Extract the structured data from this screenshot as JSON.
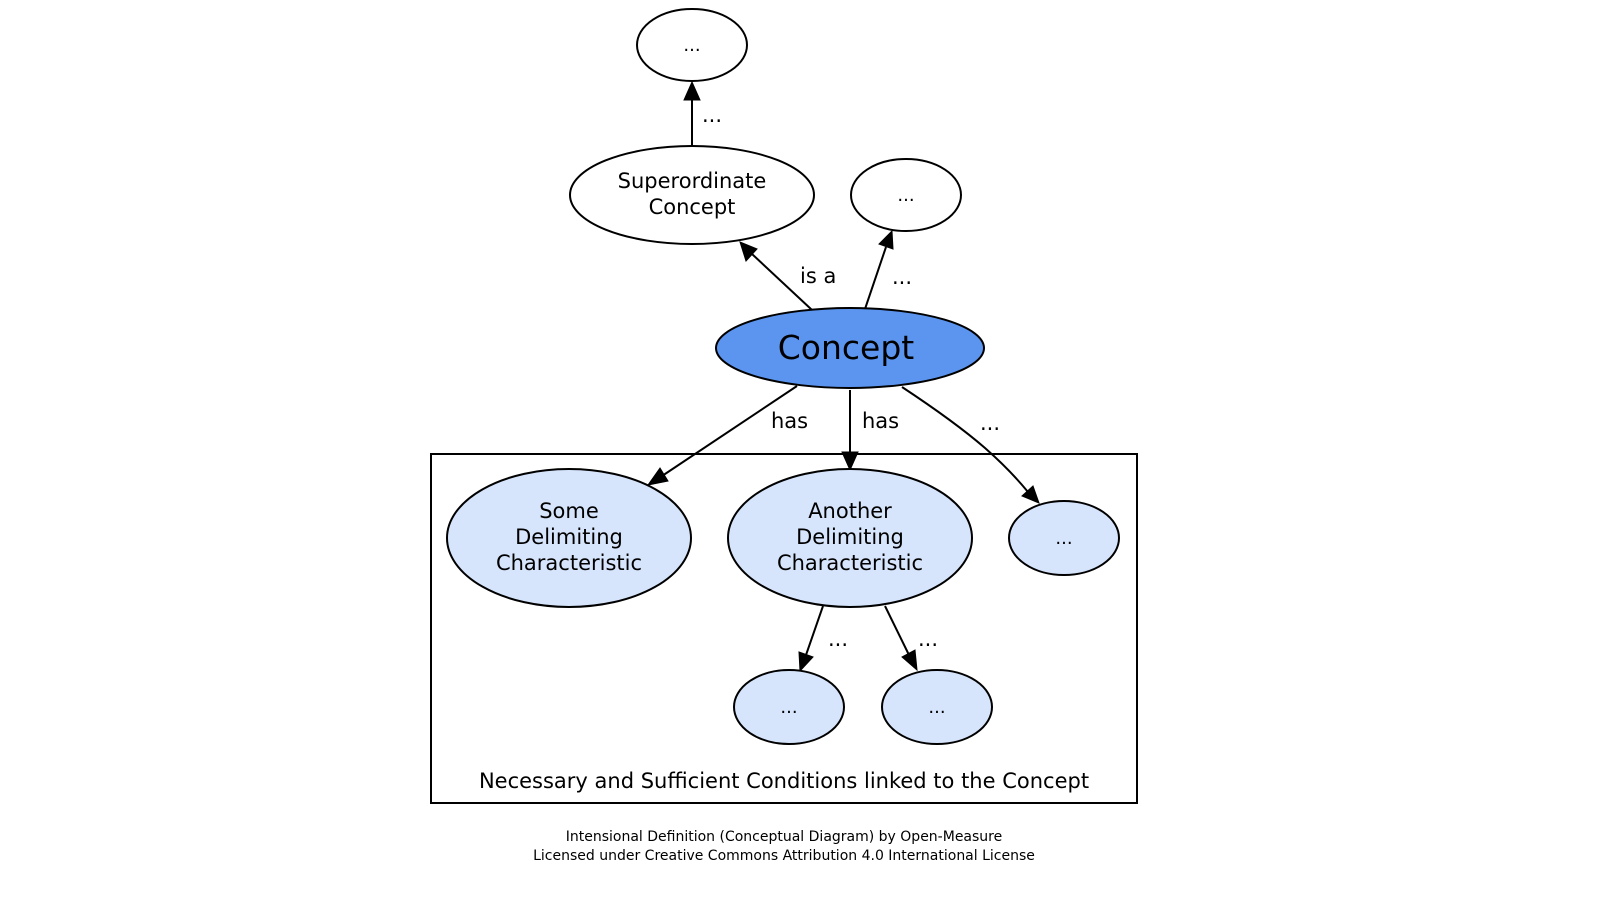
{
  "nodes": {
    "top": {
      "text": "..."
    },
    "superordinate": {
      "line1": "Superordinate",
      "line2": "Concept"
    },
    "other_parent": {
      "text": "..."
    },
    "concept": {
      "text": "Concept"
    },
    "some_char": {
      "line1": "Some",
      "line2": "Delimiting",
      "line3": "Characteristic"
    },
    "another_char": {
      "line1": "Another",
      "line2": "Delimiting",
      "line3": "Characteristic"
    },
    "more_char": {
      "text": "..."
    },
    "sub_left": {
      "text": "..."
    },
    "sub_right": {
      "text": "..."
    }
  },
  "edges": {
    "super_to_top": "...",
    "concept_to_super": "is a",
    "concept_to_other": "...",
    "concept_to_some": "has",
    "concept_to_another": "has",
    "concept_to_more": "...",
    "another_to_sub_left": "...",
    "another_to_sub_right": "..."
  },
  "cluster": {
    "label": "Necessary and Sufficient Conditions linked to the Concept"
  },
  "footer": {
    "line1": "Intensional Definition (Conceptual Diagram) by Open-Measure",
    "line2": "Licensed under Creative Commons Attribution 4.0 International License"
  },
  "colors": {
    "concept_fill": "#5b95f0",
    "characteristic_fill": "#d6e5fc",
    "default_fill": "#ffffff"
  }
}
